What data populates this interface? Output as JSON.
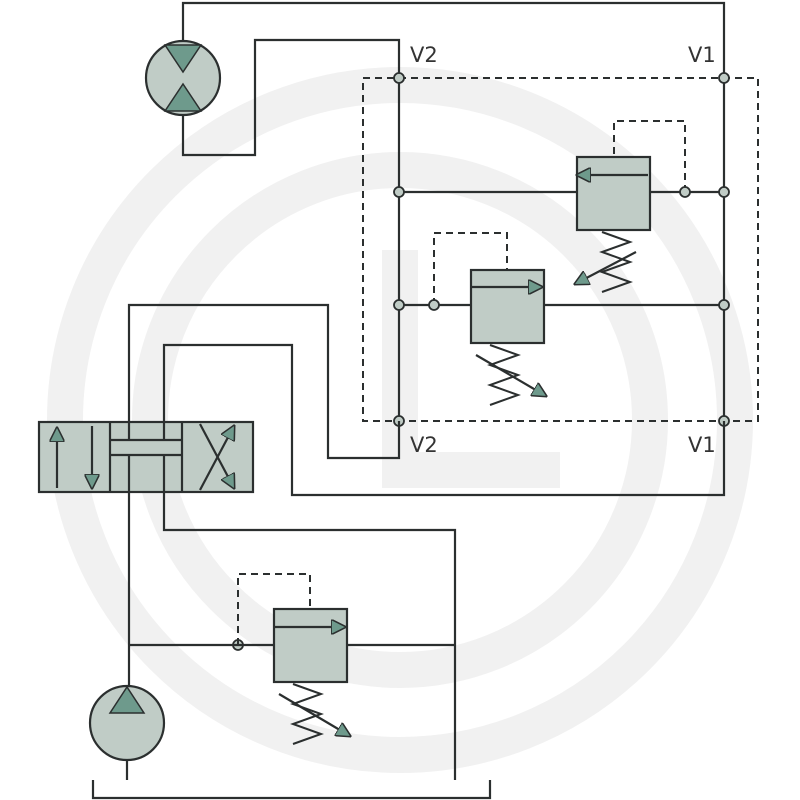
{
  "ports": {
    "v2_top": "V2",
    "v1_top": "V1",
    "v2_bottom": "V2",
    "v1_bottom": "V1"
  },
  "colors": {
    "component_fill": "#c0ccc6",
    "arrow_fill": "#6e9a8c",
    "line": "#2b2f2f",
    "watermark": "#f1f1f1"
  },
  "icons": {
    "motor": "hydraulic-motor-icon",
    "pump": "hydraulic-pump-icon",
    "directional_valve": "directional-control-valve-icon",
    "relief_valve": "pressure-relief-valve-icon"
  }
}
